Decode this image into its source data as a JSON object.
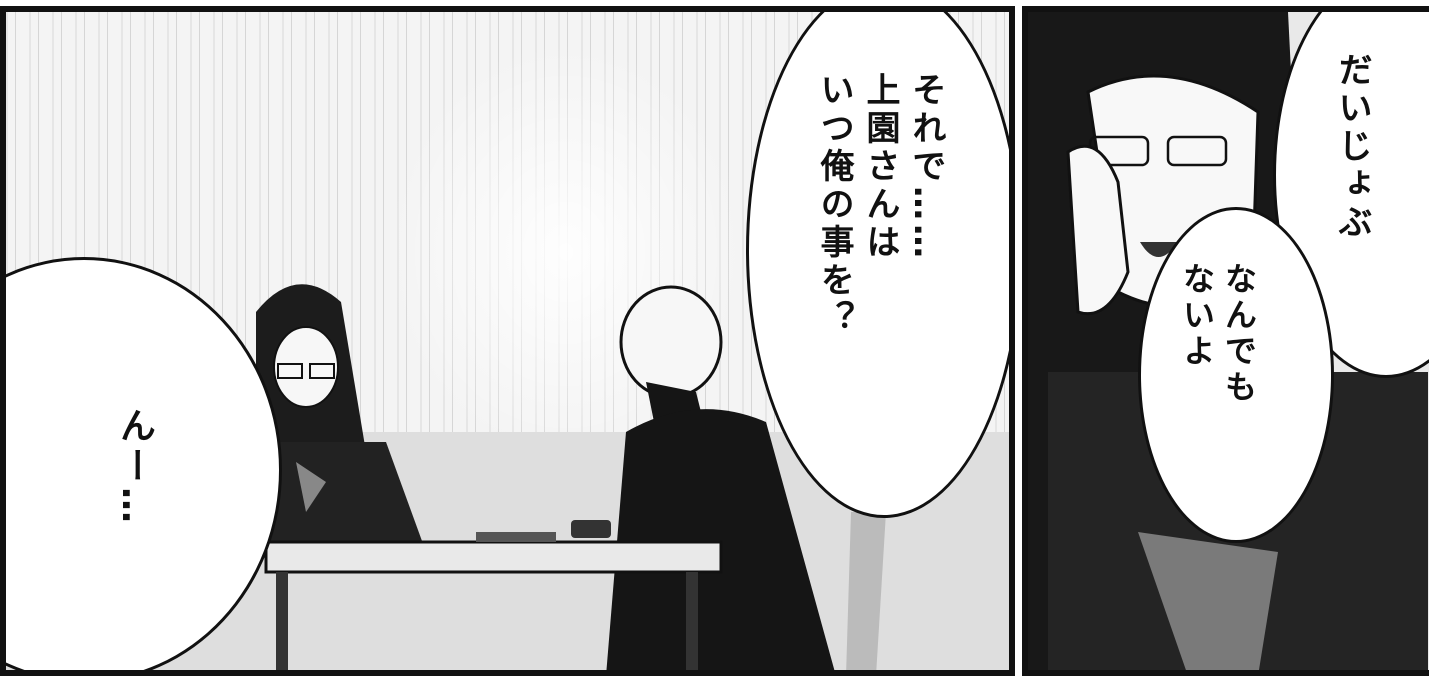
{
  "panel_left": {
    "bubble_main": {
      "lines": [
        "それで……",
        "上園さんは",
        "いつ俺の事を？"
      ]
    },
    "bubble_side": {
      "text": "んー…"
    }
  },
  "panel_right": {
    "bubble_top": {
      "text": "だいじょぶ"
    },
    "bubble_bottom": {
      "lines": [
        "なんでも",
        "ないよ"
      ]
    }
  }
}
